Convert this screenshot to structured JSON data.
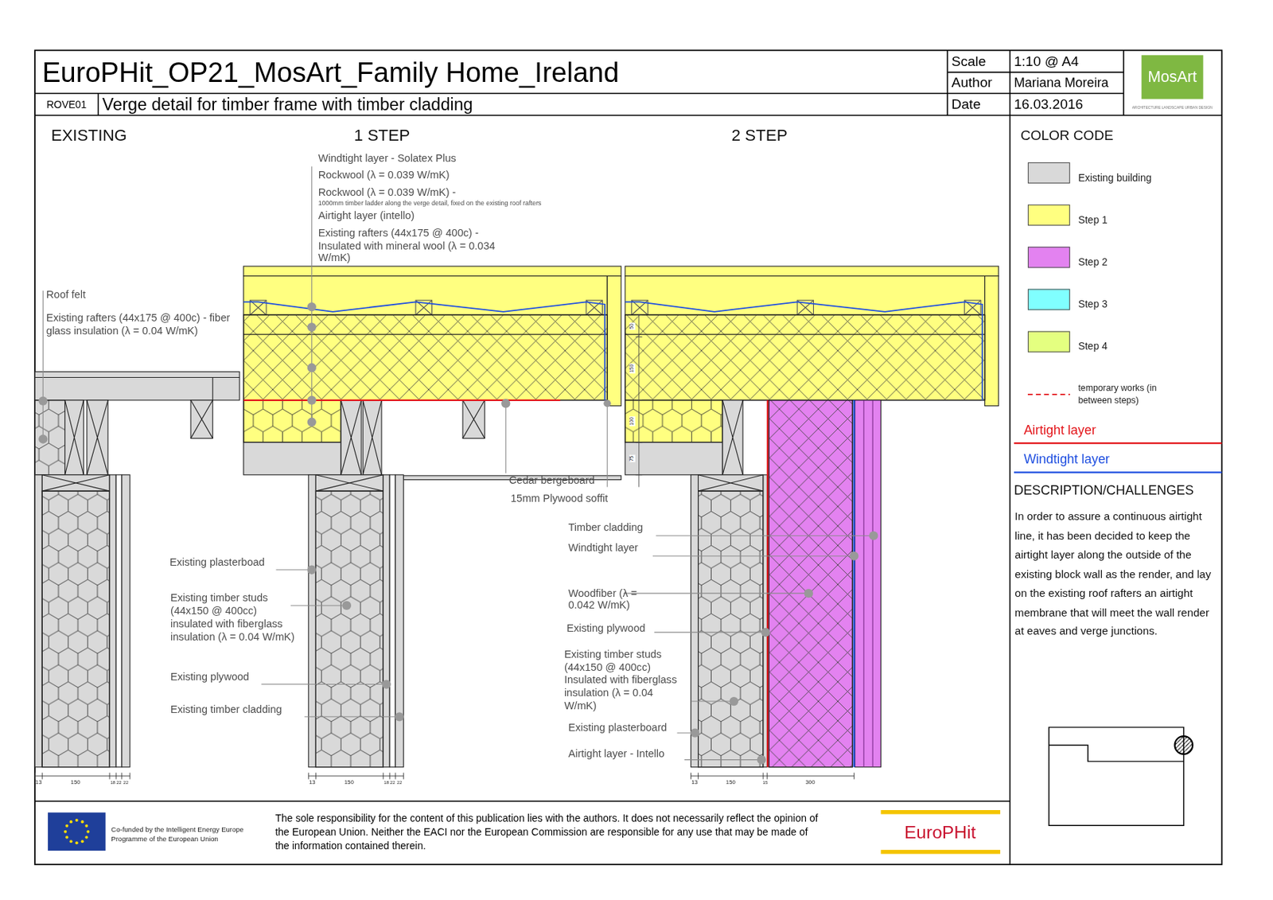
{
  "diagram": {
    "title": "EuroPHit_OP21_MosArt_Family Home_Ireland",
    "nodes": [
      {
        "text": [
          "ROVE01"
        ]
      },
      {
        "text": [
          "Verge detail for timber frame with timber cladding"
        ]
      },
      {
        "text": [
          "Scale"
        ]
      },
      {
        "text": [
          "1:10 @ A4"
        ]
      },
      {
        "text": [
          "Author"
        ]
      },
      {
        "text": [
          "Mariana Moreira"
        ]
      },
      {
        "text": [
          "Date"
        ]
      },
      {
        "text": [
          "16.03.2016"
        ]
      },
      {
        "text": [
          "MosArt"
        ]
      }
    ],
    "labels": [
      "EXISTING",
      "1 STEP",
      "2 STEP",
      "COLOR CODE",
      "Windtight layer - Solatex Plus",
      "Rockwool (λ = 0.039 W/mK)",
      "Rockwool (λ = 0.039 W/mK) -",
      "1000mm timber ladder along the verge detail, fixed on the existing roof rafters",
      "Airtight layer (intello)",
      "Existing rafters (44x175 @ 400c) - Insulated with mineral wool (λ = 0.034 W/mK)",
      "Roof felt",
      "Existing rafters (44x175 @ 400c) - fiber glass insulation (λ = 0.04 W/mK)",
      "Cedar bergeboard",
      "15mm Plywood soffit",
      "Timber cladding",
      "Windtight layer",
      "Existing plasterboad",
      "Woodfiber (λ = 0.042 W/mK)",
      "Existing timber studs (44x150 @ 400cc) insulated with fiberglass insulation (λ = 0.04 W/mK)",
      "Existing plywood",
      "Existing timber studs (44x150 @ 400cc) Insulated with fiberglass insulation (λ = 0.04 W/mK)",
      "Existing plywood",
      "Existing timber cladding",
      "Existing plasterboard",
      "Airtight layer - Intello",
      "DESCRIPTION/CHALLENGES",
      "In order to assure a continuous airtight line, it has been decided to keep the airtight layer along the outside of the existing block wall as the render, and lay on the existing roof rafters an airtight membrane that will meet the wall render at eaves and verge junctions.",
      "Co-funded by the Intelligent Energy Europe Programme of the European Union",
      "The sole responsibility for the content of this publication lies with the authors. It does not necessarily reflect the opinion of the European Union. Neither the EACI nor the European Commission are responsible for any use that may be made of the information contained therein.",
      "EuroPHit",
      "ARCHITECTURE LANDSCAPE URBAN DESIGN",
      "13",
      "150",
      "18",
      "22",
      "22",
      "13",
      "150",
      "18",
      "22",
      "22",
      "13",
      "150",
      "15",
      "300",
      "50",
      "150",
      "100",
      "75"
    ],
    "legend": [
      {
        "text": "Existing building",
        "color": "#d9d9d9"
      },
      {
        "text": "Step 1",
        "color": "#ffff80"
      },
      {
        "text": "Step 2",
        "color": "#e382f0"
      },
      {
        "text": "Step 3",
        "color": "#80ffff"
      },
      {
        "text": "Step 4",
        "color": "#e4ff80"
      },
      {
        "text": "temporary works (in between steps)"
      },
      {
        "text": "Airtight layer"
      },
      {
        "text": "Windtight layer"
      }
    ]
  }
}
